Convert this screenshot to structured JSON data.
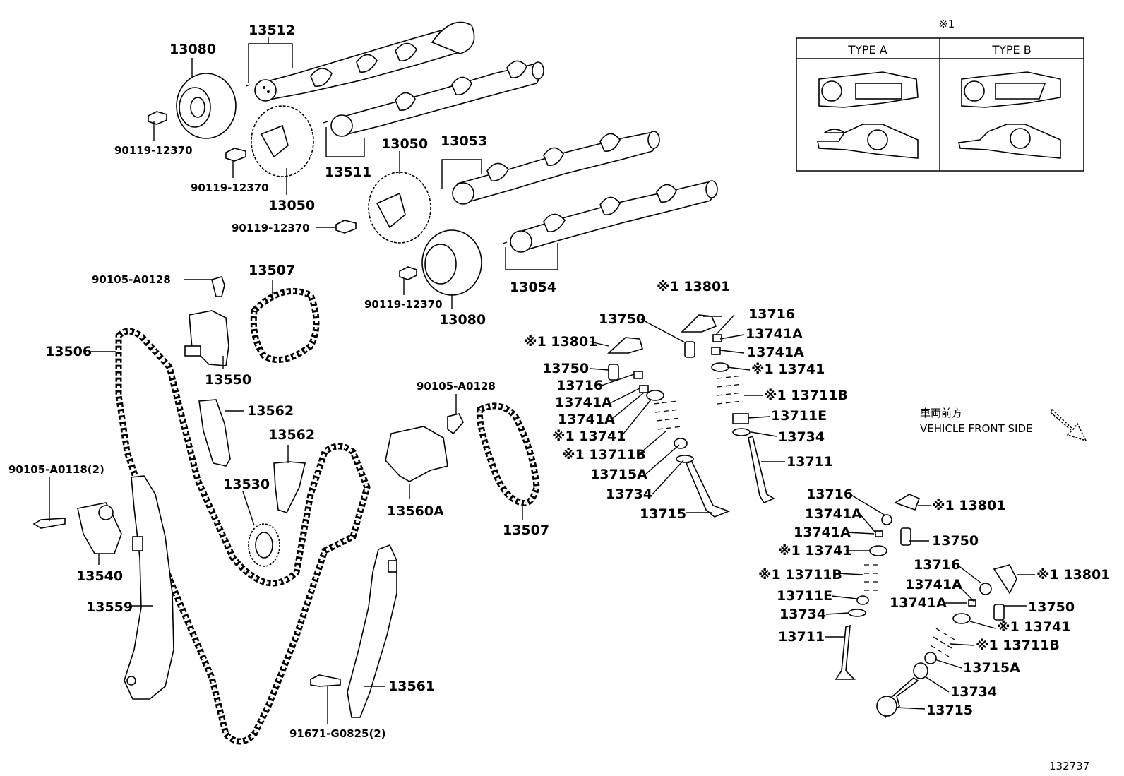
{
  "diagram_id": "132737",
  "note_symbol": "※1",
  "type_table": {
    "col_a": "TYPE A",
    "col_b": "TYPE B"
  },
  "front_side": {
    "jp": "車両前方",
    "en": "VEHICLE FRONT SIDE"
  },
  "labels": {
    "p13512": "13512",
    "p13080a": "13080",
    "b90119a": "90119-12370",
    "b90119b": "90119-12370",
    "p13050a": "13050",
    "p13511": "13511",
    "p13050b": "13050",
    "p13053": "13053",
    "b90119c": "90119-12370",
    "b90119d": "90119-12370",
    "p13080b": "13080",
    "p13054": "13054",
    "b90105a": "90105-A0128",
    "p13507a": "13507",
    "p13506": "13506",
    "p13550": "13550",
    "p13562a": "13562",
    "p13562b": "13562",
    "b90105b": "90105-A0118(2)",
    "p13530": "13530",
    "p13540": "13540",
    "p13559": "13559",
    "b90105c": "90105-A0128",
    "p13560a": "13560A",
    "p13507b": "13507",
    "p13561": "13561",
    "b91671": "91671-G0825(2)",
    "v1_13801": "※1 13801",
    "v1_13750": "13750",
    "v1_13716": "13716",
    "v1_13741a1": "13741A",
    "v1_13741a2": "13741A",
    "v1_13741": "※1 13741",
    "v1_13711b": "※1 13711B",
    "v1_13711e": "13711E",
    "v1_13734": "13734",
    "v1_13711": "13711",
    "v2_13801": "※1 13801",
    "v2_13750": "13750",
    "v2_13716": "13716",
    "v2_13741a1": "13741A",
    "v2_13741a2": "13741A",
    "v2_13741": "※1 13741",
    "v2_13711b": "※1 13711B",
    "v2_13715a": "13715A",
    "v2_13734": "13734",
    "v2_13715": "13715",
    "v3_13716": "13716",
    "v3_13741a1": "13741A",
    "v3_13741a2": "13741A",
    "v3_13741": "※1 13741",
    "v3_13711b": "※1 13711B",
    "v3_13711e": "13711E",
    "v3_13734": "13734",
    "v3_13711": "13711",
    "v3_13801": "※1 13801",
    "v3_13750": "13750",
    "v4_13716": "13716",
    "v4_13741a1": "13741A",
    "v4_13741a2": "13741A",
    "v4_13801": "※1 13801",
    "v4_13750": "13750",
    "v4_13741": "※1 13741",
    "v4_13711b": "※1 13711B",
    "v4_13715a": "13715A",
    "v4_13734": "13734",
    "v4_13715": "13715"
  }
}
